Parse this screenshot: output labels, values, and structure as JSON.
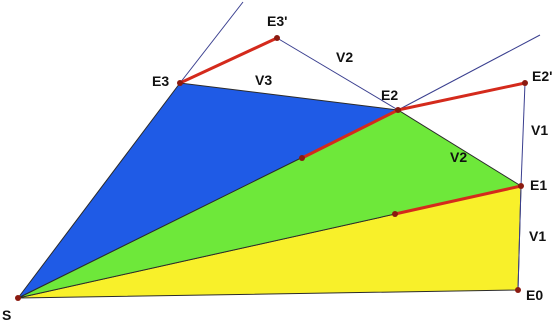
{
  "colors": {
    "yellow_region": "#f8f02a",
    "green_region": "#6ee83a",
    "blue_region": "#1f5be6",
    "red_segment": "#d42a1c",
    "thin_line": "#3a3f8f",
    "point": "#8b1a10"
  },
  "points": {
    "S": "S",
    "E0": "E0",
    "E1": "E1",
    "E2": "E2",
    "E3": "E3",
    "E2p": "E2'",
    "E3p": "E3'"
  },
  "labels": {
    "v1_upper": "V1",
    "v1_lower": "V1",
    "v2_upper": "V2",
    "v2_lower": "V2",
    "v3": "V3"
  }
}
